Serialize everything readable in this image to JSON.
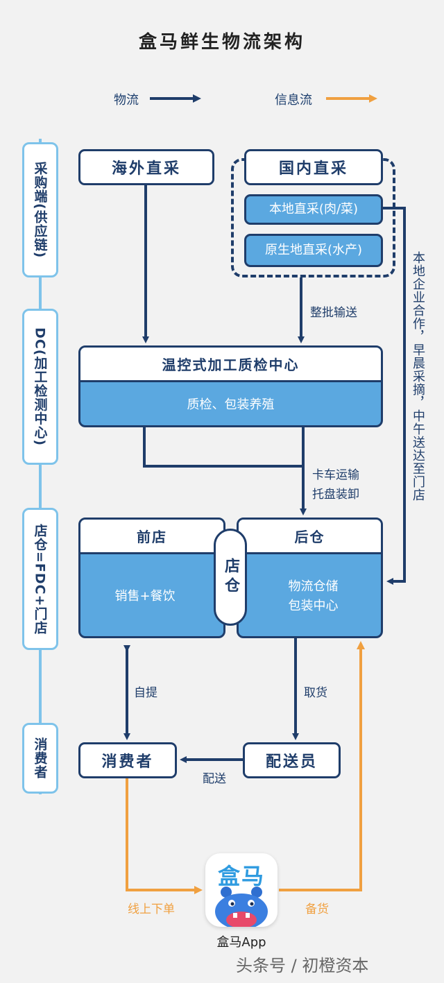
{
  "title": "盒马鲜生物流架构",
  "legend": {
    "logistics": "物流",
    "information": "信息流",
    "colors": {
      "logistics": "#1f3d6a",
      "information": "#f0a040"
    }
  },
  "stages": [
    "采购端(供应链)",
    "DC(加工检测中心)",
    "店仓=FDC+门店",
    "消费者"
  ],
  "sourcing": {
    "overseas": "海外直采",
    "domestic": "国内直采",
    "local": "本地直采(肉/菜)",
    "origin": "原生地直采(水产)"
  },
  "labels": {
    "bulk_transport": "整批输送",
    "truck_transport": "卡车运输",
    "pallet_loading": "托盘装卸",
    "local_coop": "本地企业合作，早晨采摘，中午送达至门店",
    "self_pickup": "自提",
    "pickup": "取货",
    "delivery": "配送",
    "online_order": "线上下单",
    "stocking": "备货"
  },
  "dc": {
    "title": "温控式加工质检中心",
    "body": "质检、包装养殖"
  },
  "store": {
    "front_title": "前店",
    "front_body": "销售+餐饮",
    "middle": "店仓",
    "back_title": "后仓",
    "back_body_1": "物流仓储",
    "back_body_2": "包装中心"
  },
  "consumer": "消费者",
  "courier": "配送员",
  "app": {
    "icon_text": "盒马",
    "name": "盒马App"
  },
  "watermark": "头条号 / 初橙资本"
}
